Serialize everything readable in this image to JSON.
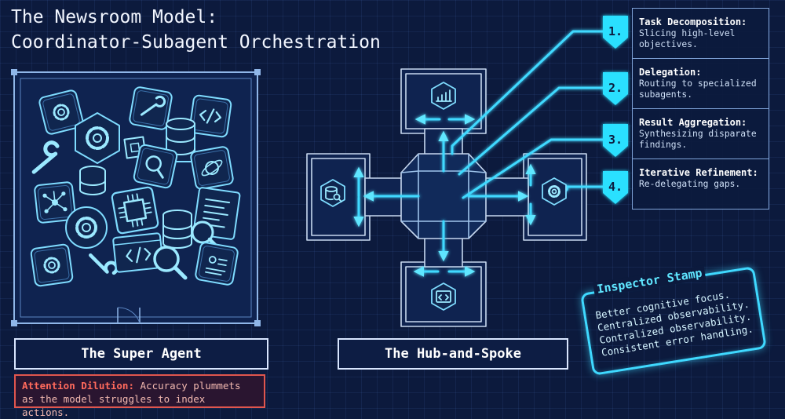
{
  "title": {
    "line1": "The Newsroom Model:",
    "line2": "Coordinator-Subagent Orchestration"
  },
  "super_agent": {
    "label": "The Super Agent",
    "warning_title": "Attention Dilution:",
    "warning_text": "Accuracy plummets as the model struggles to index actions.",
    "icons": [
      "gear-icon",
      "wrench-icon",
      "database-icon",
      "code-icon",
      "network-icon",
      "cpu-icon",
      "magnifier-icon",
      "document-icon",
      "satellite-icon",
      "clipboard-icon"
    ]
  },
  "hub": {
    "label": "The Hub-and-Spoke",
    "spoke_icons": [
      "chart-icon",
      "database-search-icon",
      "gear-icon",
      "code-icon"
    ]
  },
  "steps": [
    {
      "number": "1.",
      "title": "Task Decomposition:",
      "text": "Slicing high-level objectives."
    },
    {
      "number": "2.",
      "title": "Delegation:",
      "text": "Routing to specialized subagents."
    },
    {
      "number": "3.",
      "title": "Result Aggregation:",
      "text": "Synthesizing disparate findings."
    },
    {
      "number": "4.",
      "title": "Iterative Refinement:",
      "text": "Re-delegating gaps."
    }
  ],
  "stamp": {
    "title": "Inspector Stamp",
    "lines": [
      "Better cognitive focus.",
      "Centralized observability.",
      "Contralized observability.",
      "Consistent error handling."
    ]
  },
  "colors": {
    "background": "#0c1a3d",
    "accent_cyan": "#3fd9ff",
    "warning_red": "#e0564e"
  }
}
